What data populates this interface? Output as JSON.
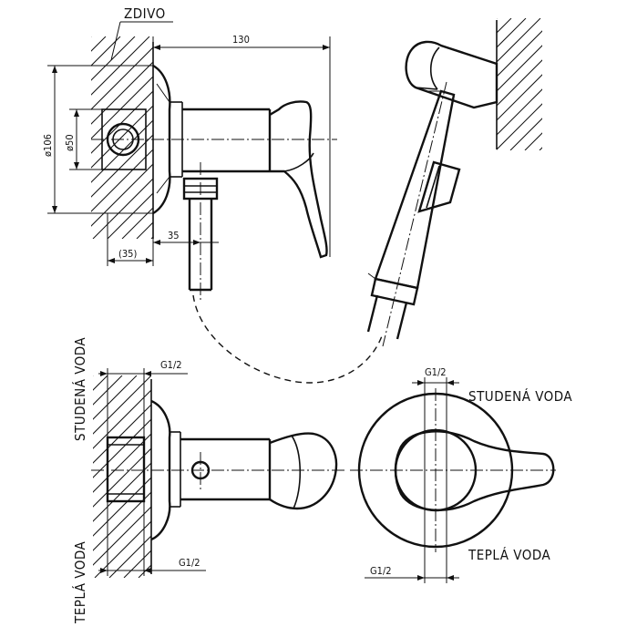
{
  "labels": {
    "wall": "ZDIVO",
    "cold_water_top": "STUDENÁ VODA",
    "hot_water_bottom": "TEPLÁ VODA",
    "cold_water_right": "STUDENÁ VODA",
    "hot_water_right": "TEPLÁ VODA"
  },
  "dimensions": {
    "overall_length": "130",
    "outer_diameter": "ø106",
    "inner_diameter": "ø50",
    "wall_depth": "(35)",
    "outlet_offset": "35",
    "thread_side_top": "G1/2",
    "thread_side_bottom": "G1/2",
    "thread_front_top": "G1/2",
    "thread_front_bottom": "G1/2"
  }
}
